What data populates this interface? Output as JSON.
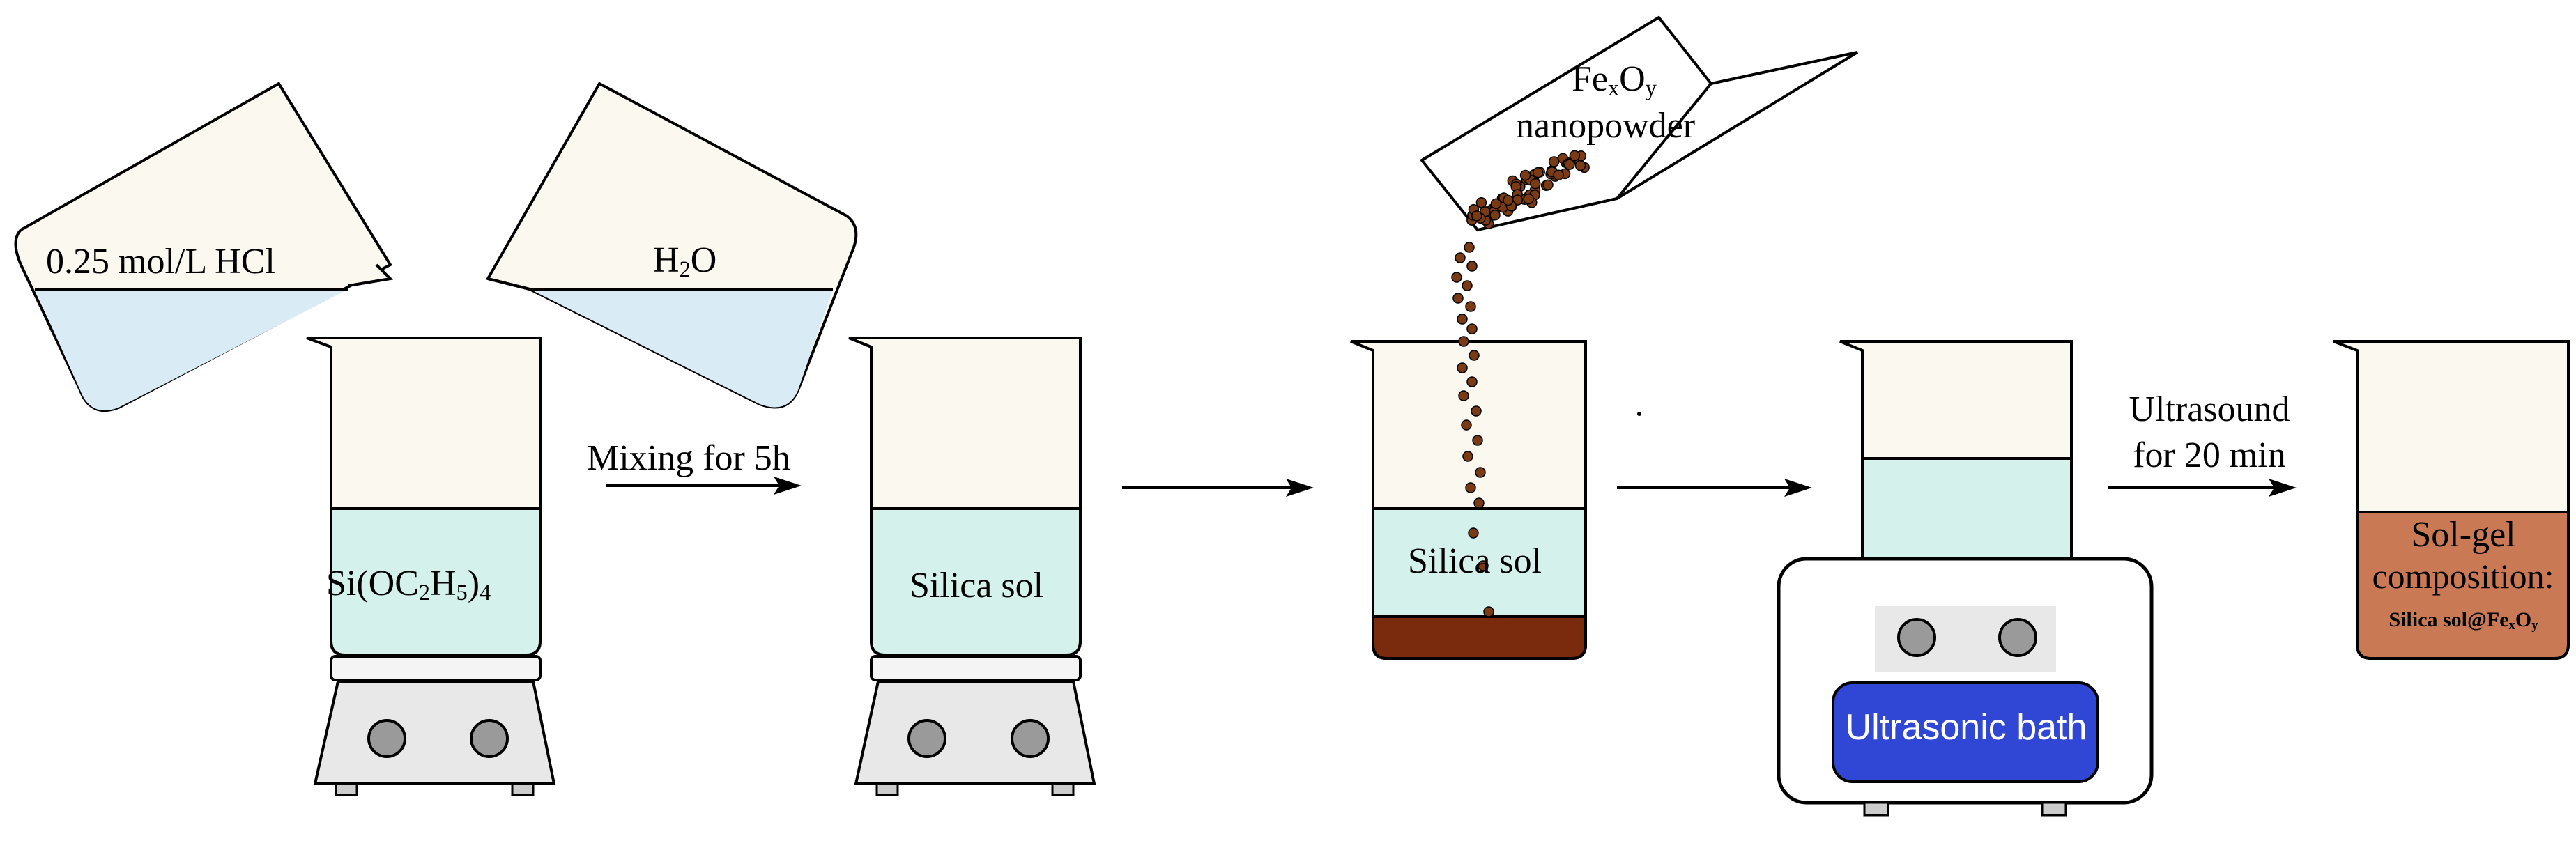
{
  "labels": {
    "hcl": "0.25 mol/L HCl",
    "water_base": "H",
    "water_sub": "2",
    "water_end": "O",
    "teos_a": "Si(OC",
    "teos_sub1": "2",
    "teos_b": "H",
    "teos_sub2": "5",
    "teos_c": ")",
    "teos_sub3": "4",
    "mixing": "Mixing for 5h",
    "silica_sol_1": "Silica sol",
    "silica_sol_2": "Silica sol",
    "fexoy_fe": "Fe",
    "fexoy_x": "x",
    "fexoy_o": "O",
    "fexoy_y": "y",
    "nanopowder": "nanopowder",
    "ultrasonic_bath": "Ultrasonic bath",
    "ultrasound_line1": "Ultrasound",
    "ultrasound_line2": "for 20 min",
    "solgel_line1": "Sol-gel",
    "solgel_line2": "composition:",
    "solgel_sub_a": "Silica sol@Fe",
    "solgel_sub_x": "x",
    "solgel_sub_o": "O",
    "solgel_sub_y": "y"
  },
  "colors": {
    "liquid_light_blue": "#d9ecf5",
    "sol_mint": "#d4f2eb",
    "beaker_cream": "#faf8ef",
    "sediment_brown": "#7a2a0d",
    "particle_brown": "#7a3b14",
    "solgel_orange": "#c97a55",
    "bath_blue": "#2f47d4",
    "stirrer_grey": "#e8e8e8",
    "knob_grey": "#9a9a9a"
  }
}
